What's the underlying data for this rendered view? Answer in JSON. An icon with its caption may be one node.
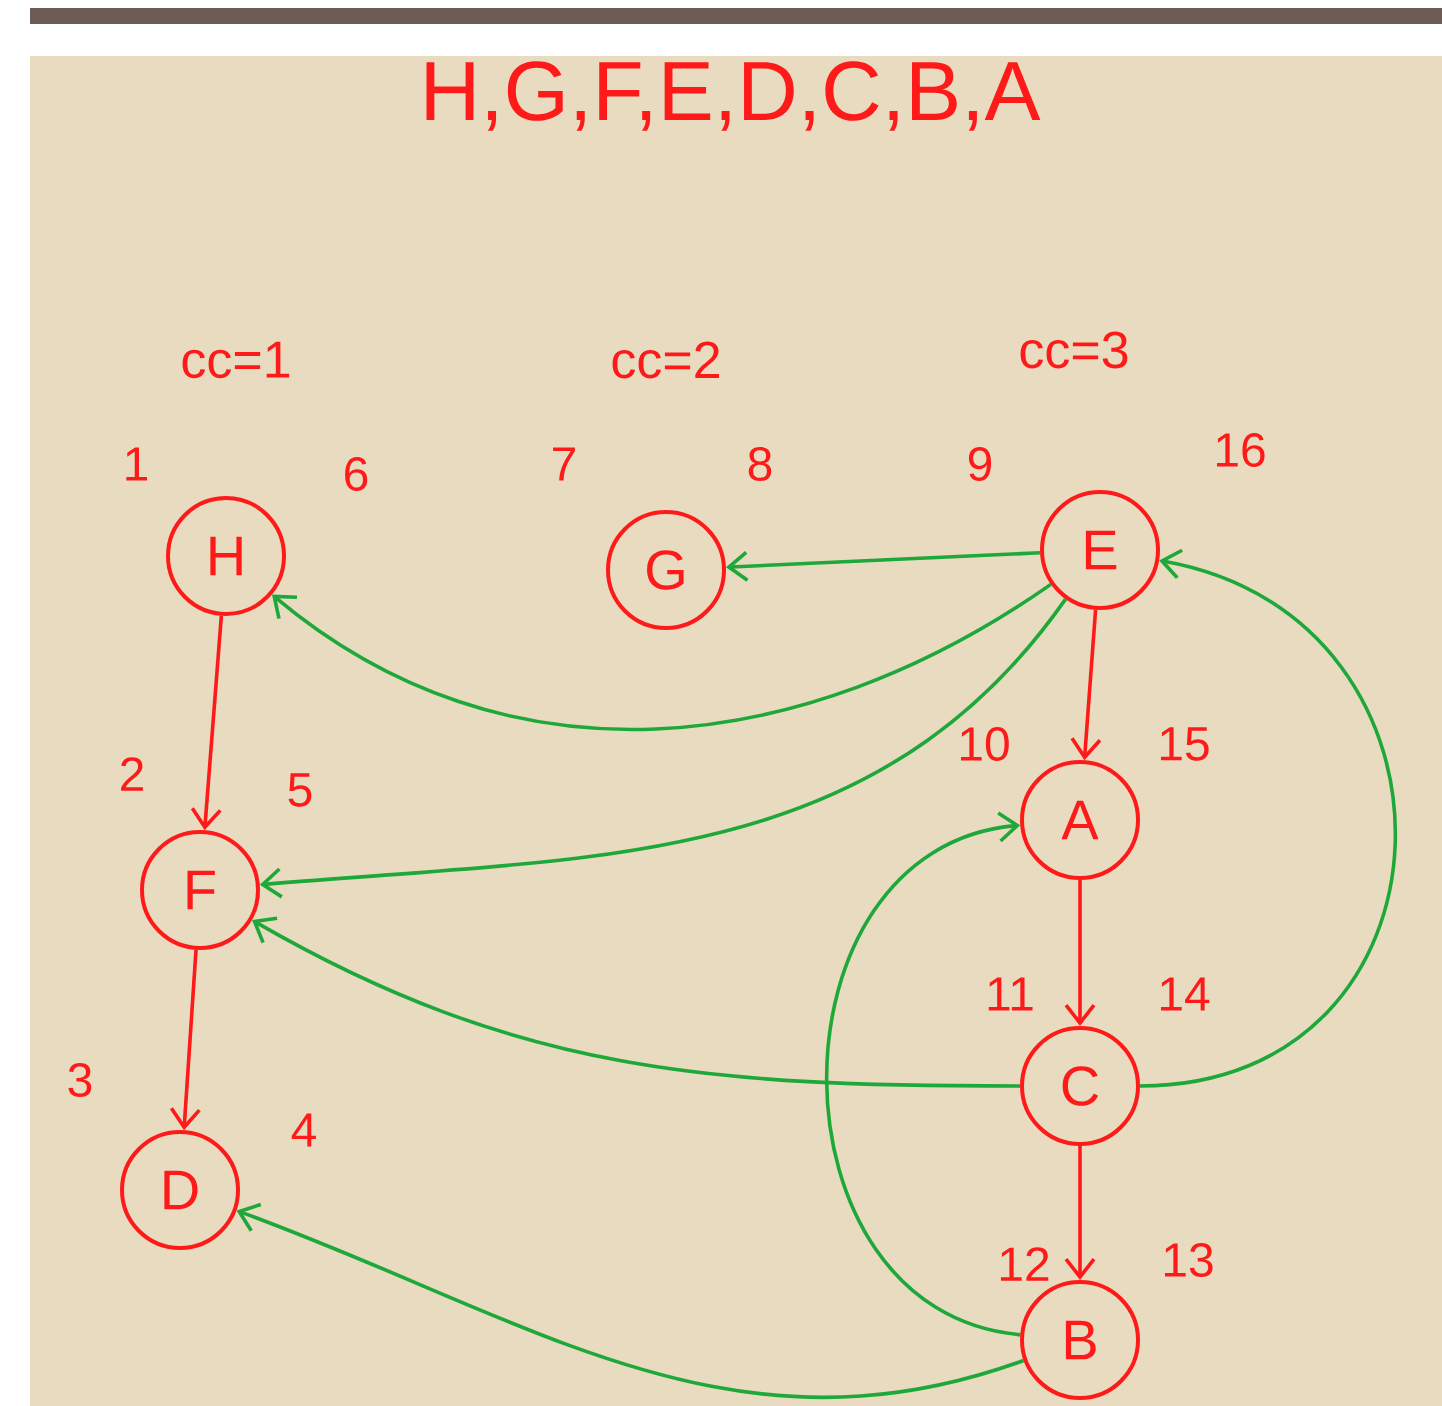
{
  "diagram": {
    "title": "H,G,F,E,D,C,B,A",
    "nodes": [
      {
        "text": [
          "H"
        ],
        "beside": [
          "1",
          "6"
        ]
      },
      {
        "text": [
          "G"
        ],
        "beside": [
          "7",
          "8"
        ]
      },
      {
        "text": [
          "E"
        ],
        "beside": [
          "9",
          "16"
        ]
      },
      {
        "text": [
          "F"
        ],
        "beside": [
          "2",
          "5"
        ]
      },
      {
        "text": [
          "A"
        ],
        "beside": [
          "10",
          "15"
        ]
      },
      {
        "text": [
          "C"
        ],
        "beside": [
          "11",
          "14"
        ]
      },
      {
        "text": [
          "D"
        ],
        "beside": [
          "3",
          "4"
        ]
      },
      {
        "text": [
          "B"
        ],
        "beside": [
          "12",
          "13"
        ]
      }
    ],
    "edges": [
      {
        "from": 0,
        "to": 3,
        "arrow": "to",
        "color": "#ff1a1a"
      },
      {
        "from": 3,
        "to": 6,
        "arrow": "to",
        "color": "#ff1a1a"
      },
      {
        "from": 2,
        "to": 4,
        "arrow": "to",
        "color": "#ff1a1a"
      },
      {
        "from": 4,
        "to": 5,
        "arrow": "to",
        "color": "#ff1a1a"
      },
      {
        "from": 5,
        "to": 7,
        "arrow": "to",
        "color": "#ff1a1a"
      },
      {
        "from": 2,
        "to": 1,
        "arrow": "to"
      },
      {
        "from": 2,
        "to": 0,
        "arrow": "to"
      },
      {
        "from": 2,
        "to": 3,
        "arrow": "to"
      },
      {
        "from": 5,
        "to": 3,
        "arrow": "to"
      },
      {
        "from": 5,
        "to": 2,
        "arrow": "to"
      },
      {
        "from": 7,
        "to": 4,
        "arrow": "to"
      },
      {
        "from": 7,
        "to": 6,
        "arrow": "to"
      }
    ],
    "labels": [
      "cc=1",
      "cc=2",
      "cc=3"
    ]
  }
}
